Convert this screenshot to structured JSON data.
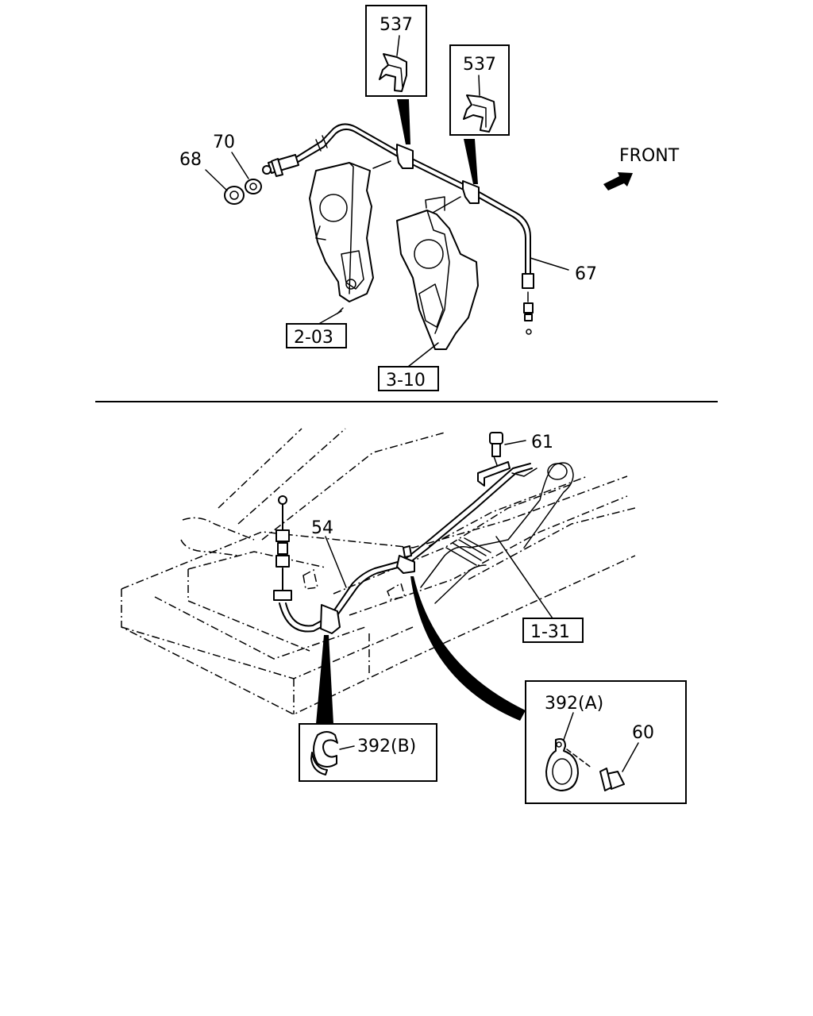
{
  "labels": {
    "c537_top": "537",
    "c537_right": "537",
    "front": "FRONT",
    "p70": "70",
    "p68": "68",
    "p67": "67",
    "ref_203": "2-03",
    "ref_310": "3-10",
    "p61": "61",
    "p54": "54",
    "ref_131": "1-31",
    "p392b": "392(B)",
    "p392a": "392(A)",
    "p60": "60"
  }
}
